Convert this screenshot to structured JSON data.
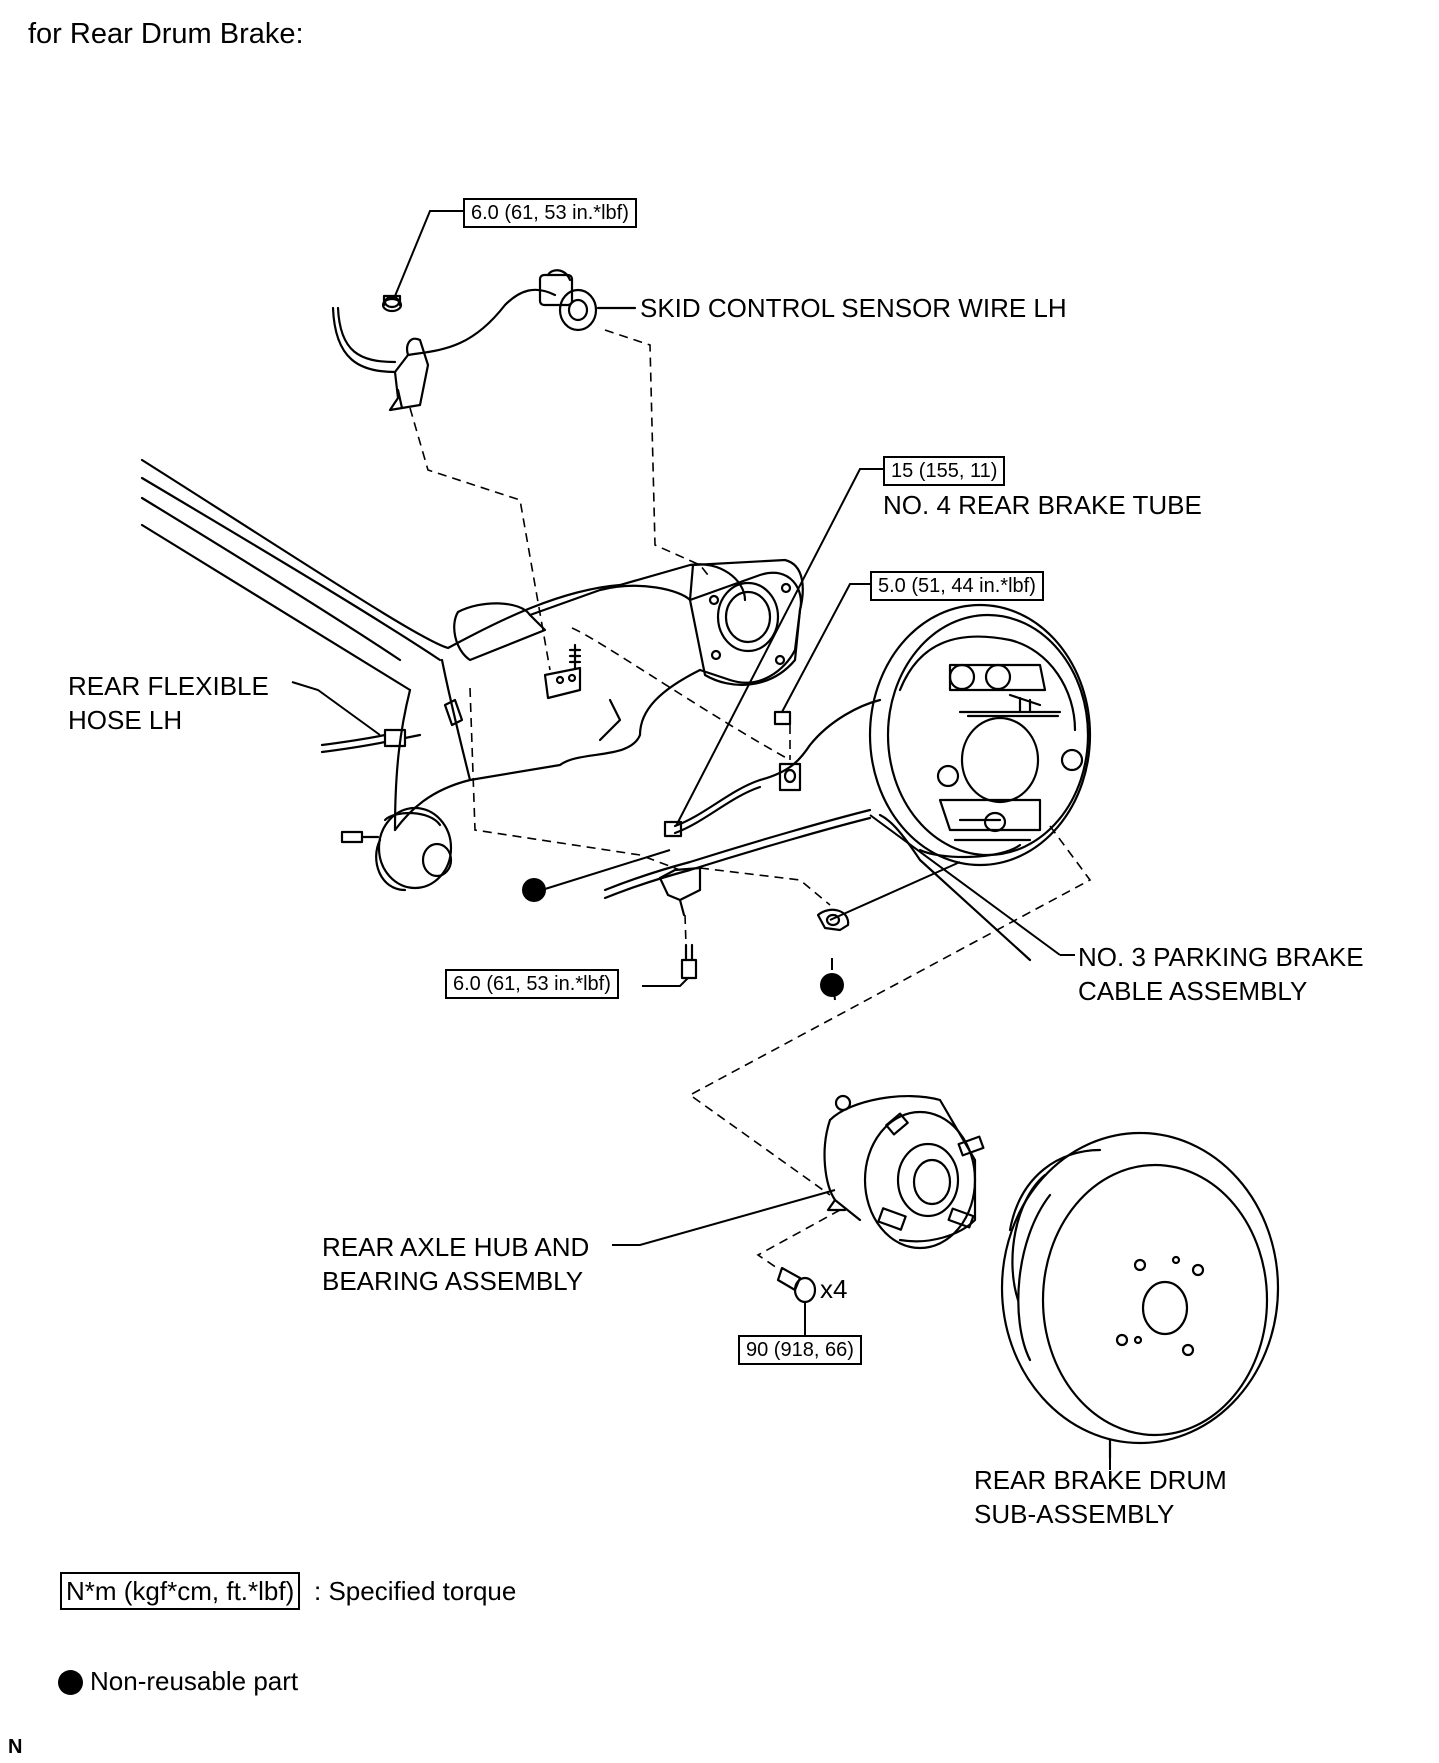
{
  "title": "for Rear Drum Brake:",
  "labels": {
    "skid_sensor": "SKID CONTROL SENSOR WIRE LH",
    "brake_tube": "NO. 4 REAR BRAKE TUBE",
    "flex_hose_1": "REAR FLEXIBLE",
    "flex_hose_2": "HOSE LH",
    "parking_cable_1": "NO. 3 PARKING BRAKE",
    "parking_cable_2": "CABLE ASSEMBLY",
    "axle_hub_1": "REAR AXLE HUB AND",
    "axle_hub_2": "BEARING ASSEMBLY",
    "brake_drum_1": "REAR BRAKE DRUM",
    "brake_drum_2": "SUB-ASSEMBLY",
    "bolt_qty": "x4"
  },
  "torques": {
    "sensor_bolt": "6.0 (61, 53 in.*lbf)",
    "brake_tube": "15 (155, 11)",
    "hose_bracket": "5.0 (51, 44 in.*lbf)",
    "cable_bolt": "6.0 (61, 53 in.*lbf)",
    "hub_bolt": "90 (918, 66)"
  },
  "legend": {
    "torque_box": "N*m (kgf*cm, ft.*lbf)",
    "torque_text": ": Specified torque",
    "nonreusable_text": "Non-reusable part"
  },
  "corner_mark": "N"
}
